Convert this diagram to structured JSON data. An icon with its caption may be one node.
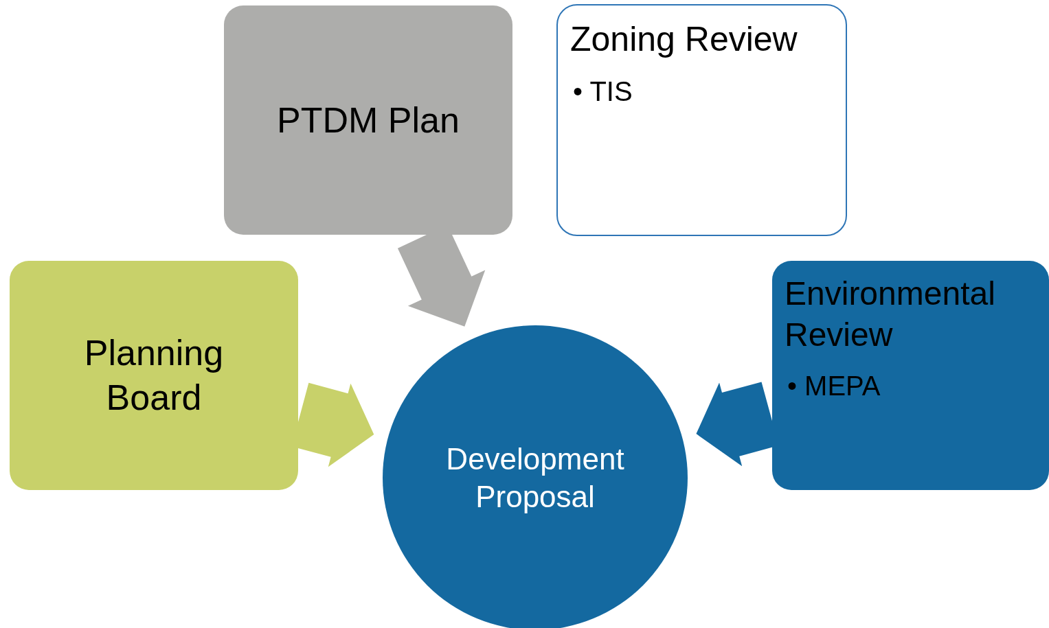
{
  "diagram": {
    "nodes": [
      {
        "text": [
          "PTDM Plan"
        ]
      },
      {
        "text": [
          "Zoning Review",
          "• TIS"
        ]
      },
      {
        "text": [
          "Planning Board"
        ]
      },
      {
        "text": [
          "Development Proposal"
        ]
      },
      {
        "text": [
          "Environmental Review",
          "• MEPA"
        ]
      }
    ],
    "edges": [
      {
        "from": 0,
        "to": 3,
        "arrow": "to",
        "style": "thick",
        "color": "#adadab"
      },
      {
        "from": 2,
        "to": 3,
        "arrow": "to",
        "style": "thick",
        "color": "#c8d16a"
      },
      {
        "from": 4,
        "to": 3,
        "arrow": "to",
        "style": "thick",
        "color": "#1469a0"
      }
    ]
  }
}
